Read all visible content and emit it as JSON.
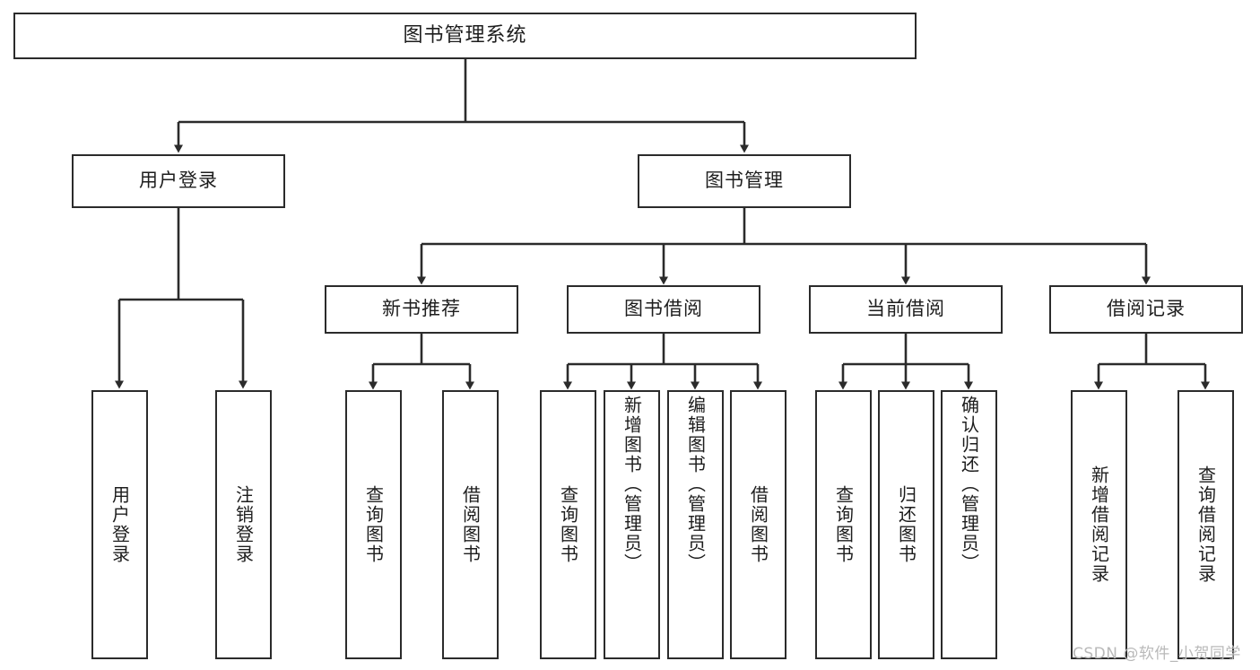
{
  "diagram": {
    "type": "tree",
    "title": "图书管理系统",
    "root": {
      "label": "图书管理系统"
    },
    "level1": [
      {
        "label": "用户登录"
      },
      {
        "label": "图书管理"
      }
    ],
    "level2": [
      {
        "label": "新书推荐"
      },
      {
        "label": "图书借阅"
      },
      {
        "label": "当前借阅"
      },
      {
        "label": "借阅记录"
      }
    ],
    "leaves": {
      "user_login": [
        {
          "label": "用户登录"
        },
        {
          "label": "注销登录"
        }
      ],
      "new_book_recommend": [
        {
          "label": "查询图书"
        },
        {
          "label": "借阅图书"
        }
      ],
      "book_borrow": [
        {
          "label": "查询图书"
        },
        {
          "label": "新增图书（管理员）"
        },
        {
          "label": "编辑图书（管理员）"
        },
        {
          "label": "借阅图书"
        }
      ],
      "current_borrow": [
        {
          "label": "查询图书"
        },
        {
          "label": "归还图书"
        },
        {
          "label": "确认归还（管理员）"
        }
      ],
      "borrow_record": [
        {
          "label": "新增借阅记录"
        },
        {
          "label": "查询借阅记录"
        }
      ]
    }
  },
  "watermark": {
    "text": "CSDN @软件_小贺同学"
  },
  "colors": {
    "stroke": "#2b2b2b",
    "fill": "#ffffff",
    "text": "#1d1d1d",
    "watermark": "#b9b9b9"
  }
}
